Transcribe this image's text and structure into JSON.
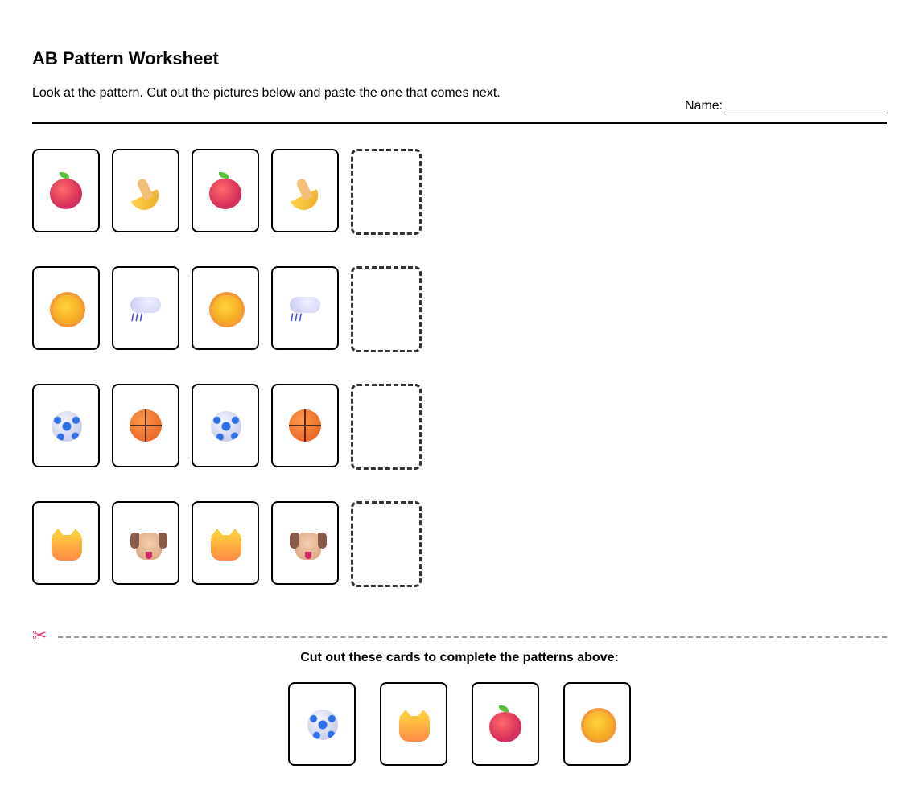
{
  "header": {
    "title": "AB Pattern Worksheet",
    "instructions": "Look at the pattern. Cut out the pictures below and paste the one that comes next.",
    "name_label": "Name:"
  },
  "patterns": [
    {
      "items": [
        "apple",
        "banana",
        "apple",
        "banana"
      ],
      "answer_slot": ""
    },
    {
      "items": [
        "sun",
        "cloud-with-rain",
        "sun",
        "cloud-with-rain"
      ],
      "answer_slot": ""
    },
    {
      "items": [
        "soccer-ball",
        "basketball",
        "soccer-ball",
        "basketball"
      ],
      "answer_slot": ""
    },
    {
      "items": [
        "cat-face",
        "dog-face",
        "cat-face",
        "dog-face"
      ],
      "answer_slot": ""
    }
  ],
  "cut_section": {
    "scissors_icon": "scissors",
    "label": "Cut out these cards to complete the patterns above:",
    "cards": [
      "soccer-ball",
      "cat-face",
      "apple",
      "sun"
    ]
  }
}
